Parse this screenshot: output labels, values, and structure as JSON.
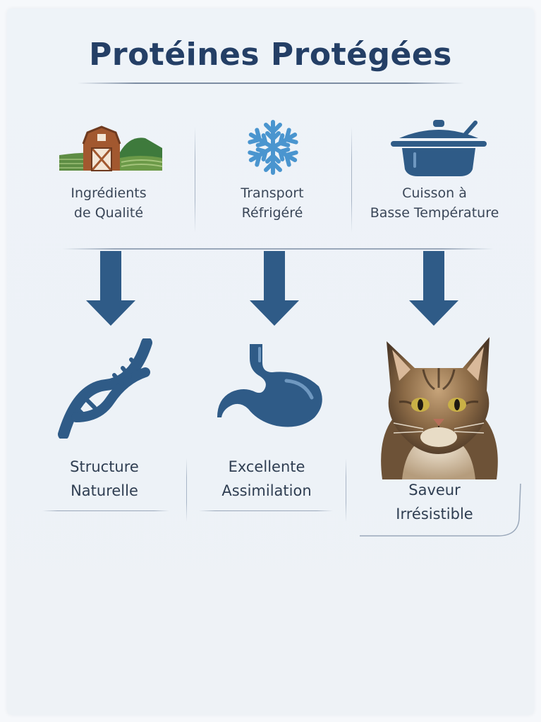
{
  "title": "Protéines Protégées",
  "top": [
    {
      "line1": "Ingrédients",
      "line2": "de Qualité",
      "icon": "farm-icon"
    },
    {
      "line1": "Transport",
      "line2": "Réfrigéré",
      "icon": "snowflake-icon"
    },
    {
      "line1": "Cuisson à",
      "line2": "Basse Température",
      "icon": "cooking-pot-icon"
    }
  ],
  "bottom": [
    {
      "line1": "Structure",
      "line2": "Naturelle",
      "icon": "dna-icon"
    },
    {
      "line1": "Excellente",
      "line2": "Assimilation",
      "icon": "stomach-icon"
    },
    {
      "line1": "Saveur",
      "line2": "Irrésistible",
      "icon": "cat-icon"
    }
  ],
  "colors": {
    "primary": "#2f5b87",
    "title": "#243f66",
    "snowflake": "#4a95cf",
    "barn": "#a2582f",
    "field": "#4d7a3a"
  }
}
